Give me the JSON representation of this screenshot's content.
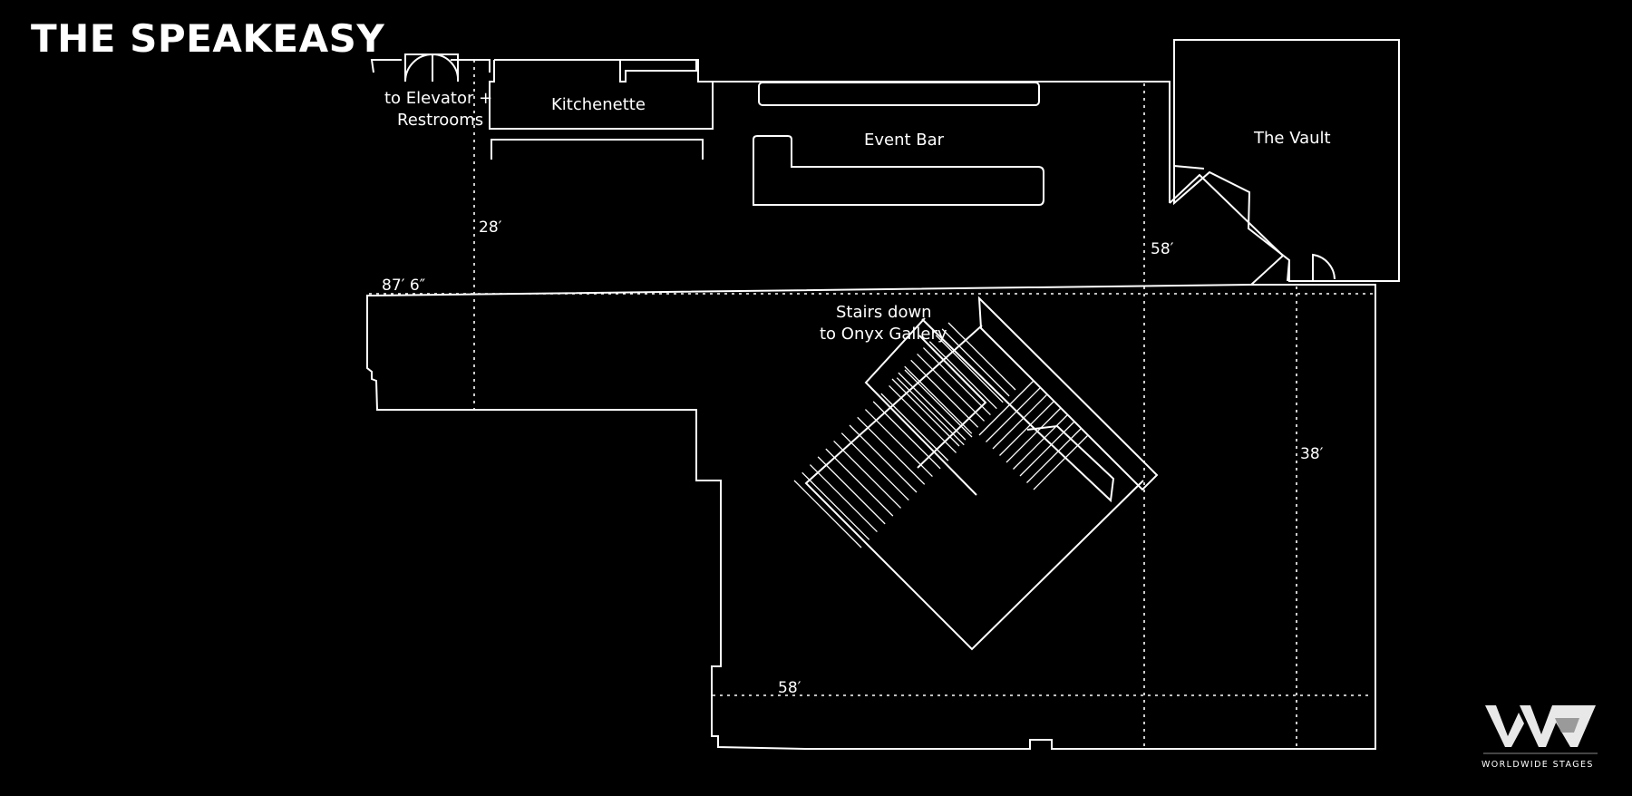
{
  "title": "THE SPEAKEASY",
  "rooms": {
    "elevator": [
      "to Elevator +",
      "Restrooms"
    ],
    "kitchenette": "Kitchenette",
    "event_bar": "Event Bar",
    "vault": "The Vault",
    "stairs": [
      "Stairs down",
      "to Onyx Gallery"
    ]
  },
  "dimensions": {
    "d28": "28′",
    "d87": "87′ 6″",
    "d58_top": "58′",
    "d38": "38′",
    "d58_bottom": "58′"
  },
  "logo": {
    "mark": "WW",
    "text": "WORLDWIDE STAGES"
  },
  "colors": {
    "background": "#000000",
    "lines": "#ffffff"
  }
}
